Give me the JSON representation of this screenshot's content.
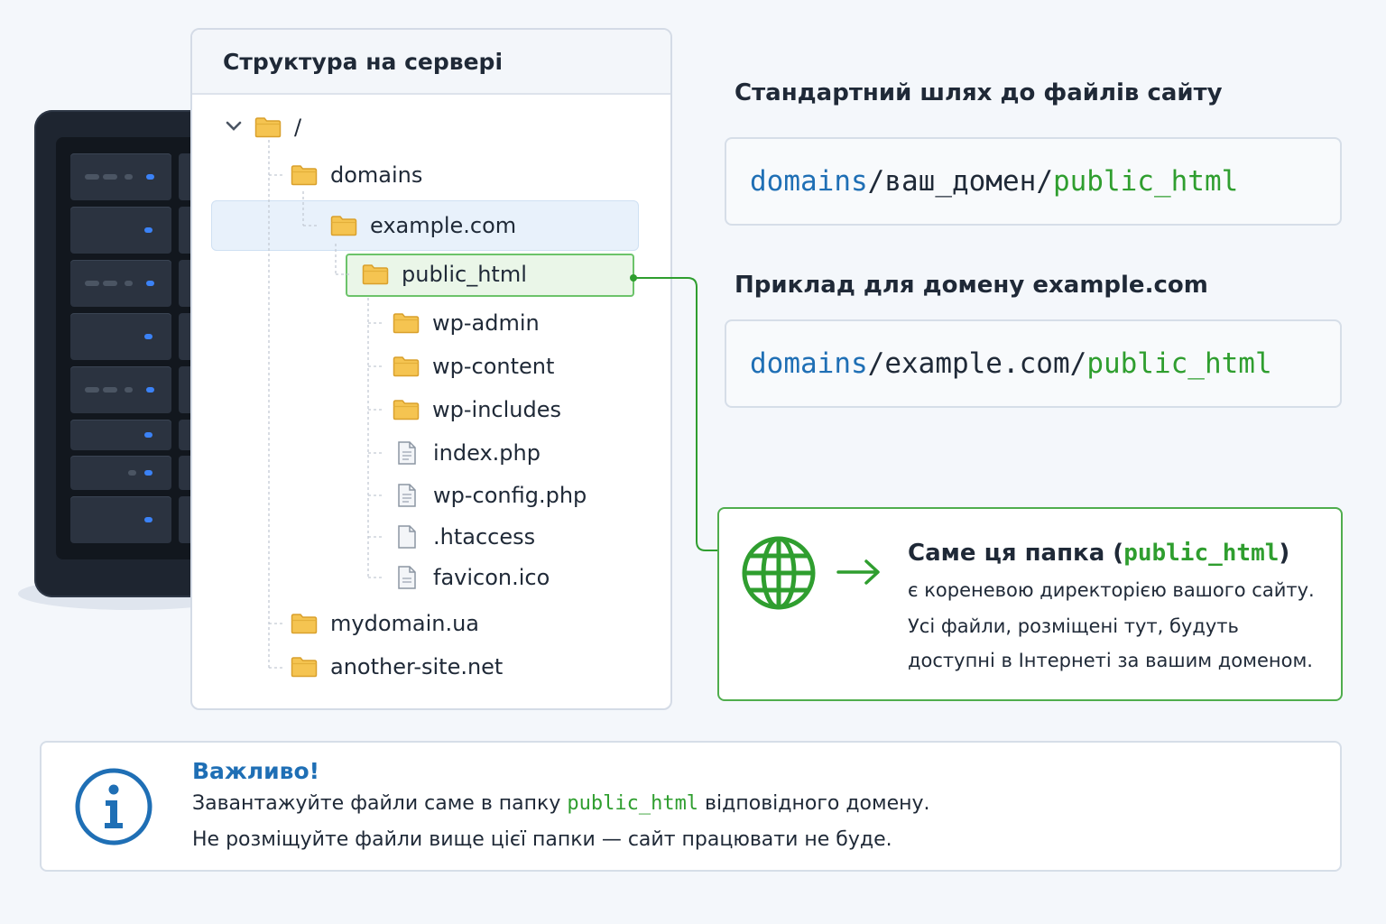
{
  "colors": {
    "accent_blue": "#1f6fb5",
    "accent_green": "#2f9e2f",
    "folder_yellow": "#f5c451",
    "server_dark": "#1e2530"
  },
  "tree": {
    "title": "Структура на сервері",
    "items": [
      {
        "label": "/",
        "icon": "folder-icon"
      },
      {
        "label": "domains",
        "icon": "folder-icon"
      },
      {
        "label": "example.com",
        "icon": "folder-icon"
      },
      {
        "label": "public_html",
        "icon": "folder-icon"
      },
      {
        "label": "wp-admin",
        "icon": "folder-icon"
      },
      {
        "label": "wp-content",
        "icon": "folder-icon"
      },
      {
        "label": "wp-includes",
        "icon": "folder-icon"
      },
      {
        "label": "index.php",
        "icon": "file-icon"
      },
      {
        "label": "wp-config.php",
        "icon": "file-icon"
      },
      {
        "label": ".htaccess",
        "icon": "file-icon"
      },
      {
        "label": "favicon.ico",
        "icon": "file-icon"
      },
      {
        "label": "mydomain.ua",
        "icon": "folder-icon"
      },
      {
        "label": "another-site.net",
        "icon": "folder-icon"
      }
    ]
  },
  "standard_path": {
    "heading": "Стандартний шлях до файлів сайту",
    "segments": [
      "domains",
      "/",
      "ваш_домен",
      "/",
      "public_html"
    ]
  },
  "example_path": {
    "heading": "Приклад для домену example.com",
    "segments": [
      "domains",
      "/",
      "example.com",
      "/",
      "public_html"
    ]
  },
  "root_info": {
    "title_prefix": "Саме ця папка (",
    "title_code": "public_html",
    "title_suffix": ")",
    "lines": [
      "є кореневою директорією вашого сайту.",
      "Усі файли, розміщені тут, будуть",
      "доступні в Інтернеті за вашим доменом."
    ]
  },
  "note": {
    "title": "Важливо!",
    "line1_prefix": "Завантажуйте файли саме в папку ",
    "line1_code": "public_html",
    "line1_suffix": " відповідного домену.",
    "line2": "Не розміщуйте файли вище цієї папки — сайт працювати не буде."
  }
}
